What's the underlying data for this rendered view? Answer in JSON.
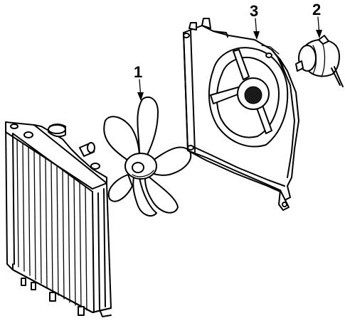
{
  "diagram": {
    "callouts": [
      {
        "id": "1",
        "label": "1"
      },
      {
        "id": "2",
        "label": "2"
      },
      {
        "id": "3",
        "label": "3"
      }
    ],
    "colors": {
      "ink": "#000000",
      "background": "#ffffff"
    },
    "parts": [
      {
        "name": "radiator",
        "icon": "radiator-illustration"
      },
      {
        "name": "fan-blade",
        "icon": "fan-blade-illustration"
      },
      {
        "name": "fan-shroud",
        "icon": "fan-shroud-illustration"
      },
      {
        "name": "fan-motor",
        "icon": "fan-motor-illustration"
      }
    ]
  }
}
